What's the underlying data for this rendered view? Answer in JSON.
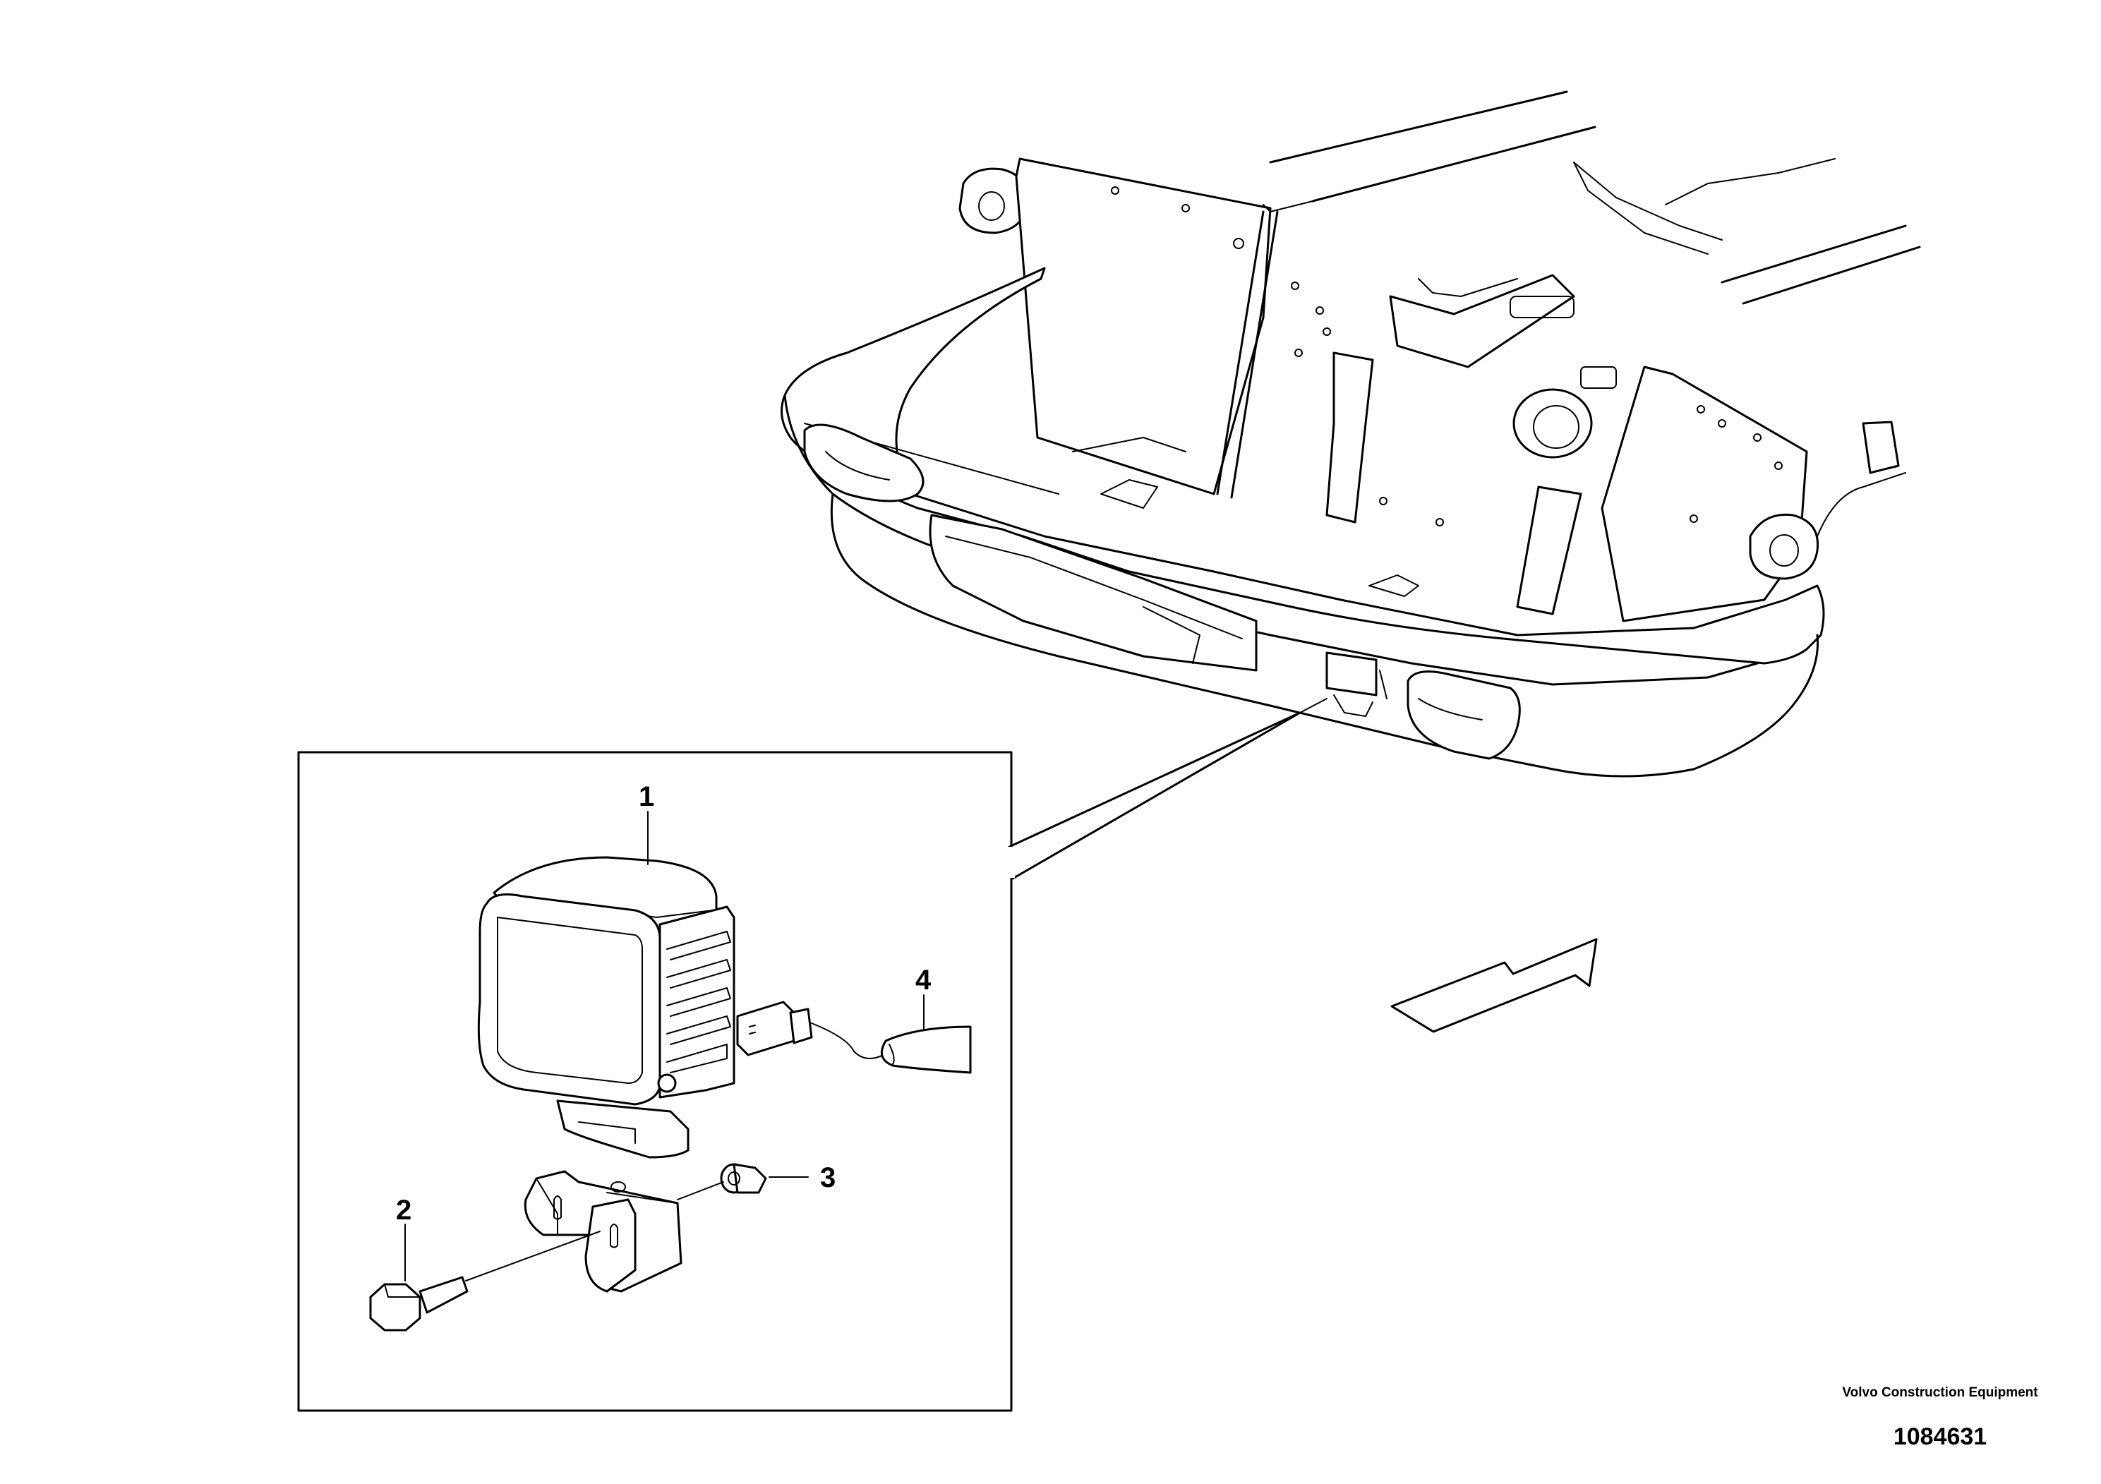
{
  "callouts": [
    {
      "id": "1",
      "label": "1"
    },
    {
      "id": "2",
      "label": "2"
    },
    {
      "id": "3",
      "label": "3"
    },
    {
      "id": "4",
      "label": "4"
    }
  ],
  "credit": {
    "company": "Volvo Construction Equipment",
    "drawing_number": "1084631"
  }
}
